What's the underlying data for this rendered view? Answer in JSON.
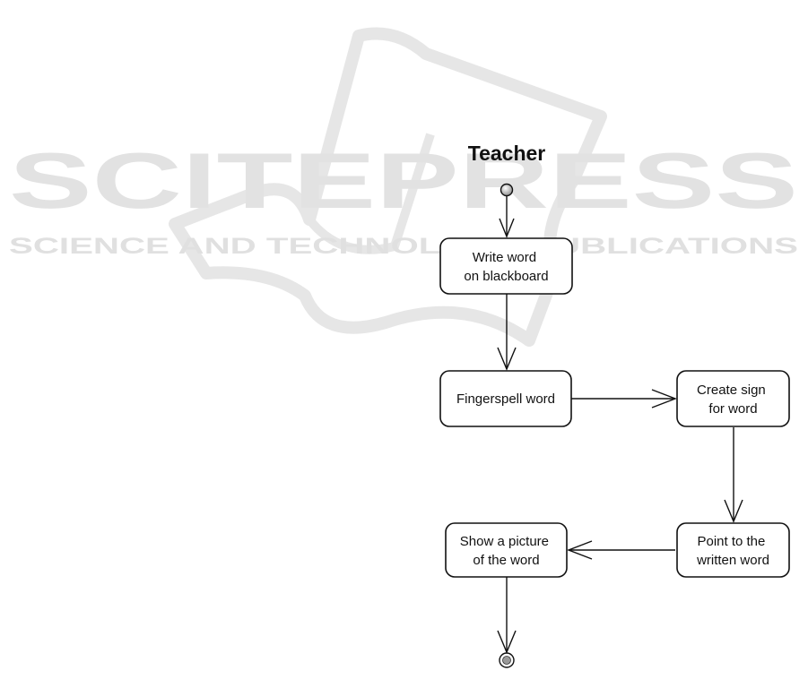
{
  "watermark": {
    "brand": "SCITEPRESS",
    "tagline": "SCIENCE AND TECHNOLOGY PUBLICATIONS"
  },
  "diagram": {
    "title": "Teacher",
    "nodes": [
      {
        "id": "write",
        "lines": [
          "Write word",
          "on blackboard"
        ]
      },
      {
        "id": "fingerspell",
        "lines": [
          "Fingerspell word"
        ]
      },
      {
        "id": "create-sign",
        "lines": [
          "Create sign",
          "for word"
        ]
      },
      {
        "id": "point",
        "lines": [
          "Point to the",
          "written word"
        ]
      },
      {
        "id": "show-picture",
        "lines": [
          "Show a picture",
          "of the word"
        ]
      }
    ],
    "colors": {
      "stroke": "#111111",
      "node_fill": "#ffffff",
      "watermark": "#e2e2e2"
    }
  }
}
